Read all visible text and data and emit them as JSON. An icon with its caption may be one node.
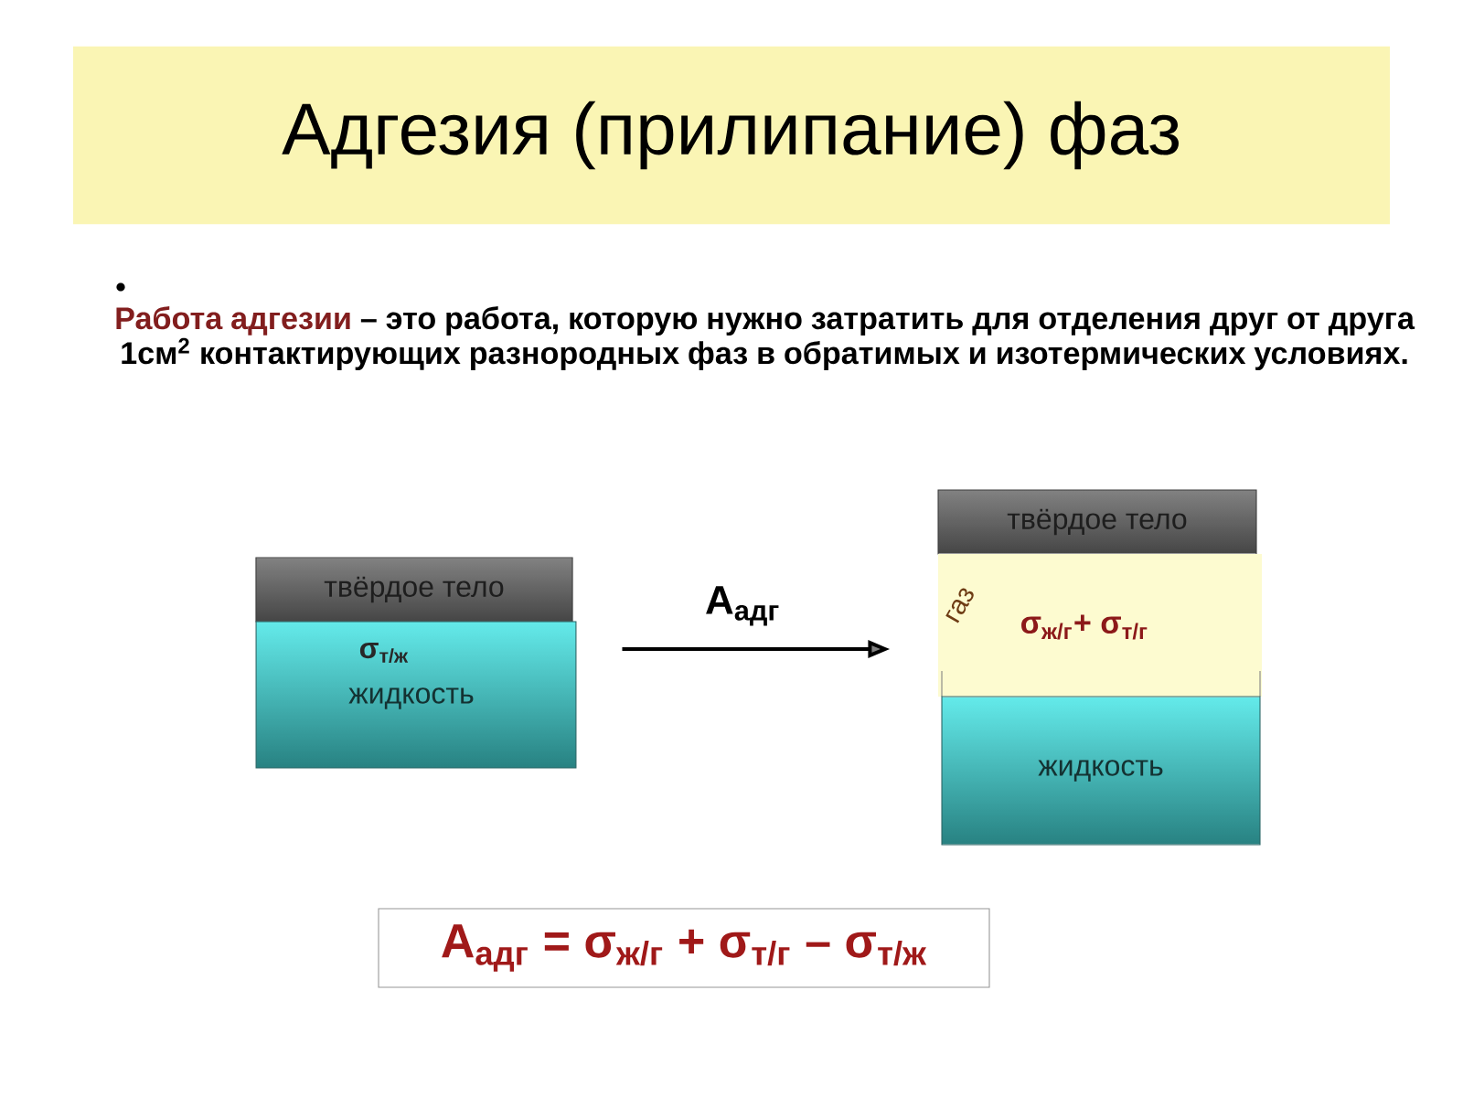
{
  "diagram": {
    "title": "Адгезия (прилипание) фаз",
    "nodes": [
      {
        "text": [
          "твёрдое тело"
        ]
      },
      {
        "text": [
          "σ$_{т/ж}$",
          "жидкость"
        ]
      },
      {
        "text": [
          "твёрдое тело"
        ]
      },
      {
        "text": [
          "газ",
          "σ$_{ж/г}$+ σ$_{т/г}$"
        ]
      },
      {
        "text": [
          "жидкость"
        ]
      },
      {
        "text": [
          "A$_{адг}$ = σ$_{ж/г}$ + σ$_{т/г}$ – σ$_{т/ж}$"
        ]
      }
    ],
    "edges": [
      {
        "from": 1,
        "to": 3,
        "arrow": "to",
        "label": "A$_{адг}$"
      }
    ],
    "labels": [
      "Работа адгезии",
      "– это работа, которую нужно затратить для отделения друг от друга 1см$^{2}$ контактирующих разнородных фаз в обратимых и изотермических условиях."
    ]
  }
}
